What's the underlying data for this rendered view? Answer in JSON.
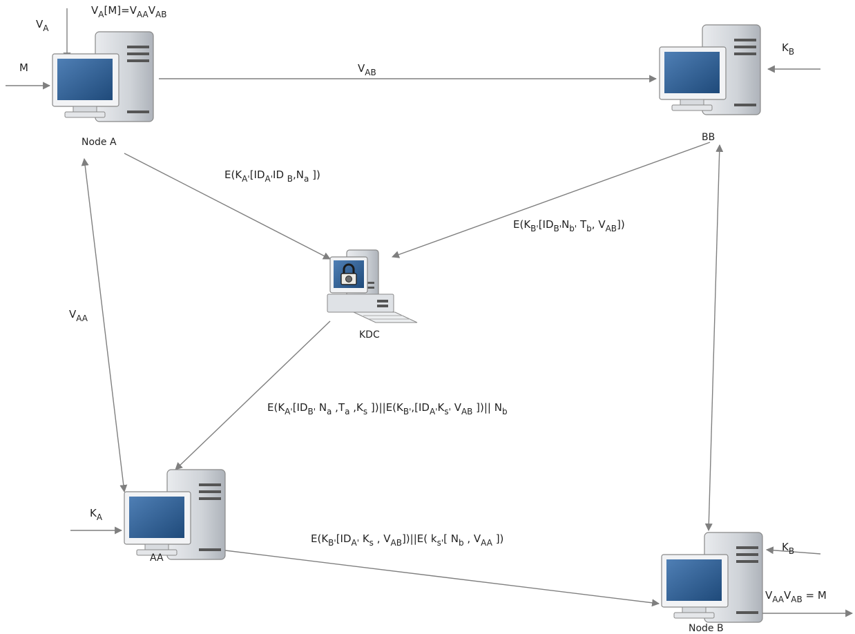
{
  "colors": {
    "line": "#7f7f7f",
    "tower": "#cdd0d4",
    "screen": "#2d5a8c",
    "text": "#222222"
  },
  "nodes": {
    "node_a": "Node A",
    "bb": "BB",
    "kdc": "KDC",
    "aa": "AA",
    "node_b": "Node B"
  },
  "labels": {
    "v_a": {
      "base": "V",
      "sub": "A"
    },
    "m_in": "M",
    "k_b_top": {
      "base": "K",
      "sub": "B"
    },
    "v_aa_left": {
      "base": "V",
      "sub": "AA"
    },
    "k_a": {
      "base": "K",
      "sub": "A"
    },
    "k_b_bottom": {
      "base": "K",
      "sub": "B"
    },
    "v_ab_top": {
      "base": "V",
      "sub": "AB"
    },
    "va_m": {
      "p1": "V",
      "s1": "A",
      "p2": "[M]=V",
      "s2": "AA",
      "p3": "V",
      "s3": "AB"
    },
    "msg_a_kdc": {
      "p1": "E(K",
      "s1": "A'",
      "p2": "[ID",
      "s2": "A'",
      "p3": "ID ",
      "s3": "B",
      "p4": ",N",
      "s4": "a",
      "p5": " ])"
    },
    "msg_bb_kdc": {
      "p1": "E(K",
      "s1": "B'",
      "p2": "[ID",
      "s2": "B'",
      "p3": "N",
      "s3": "b'",
      "p4": " T",
      "s4": "b",
      "p5": ", V",
      "s5": "AB",
      "p6": "])"
    },
    "msg_kdc_aa": {
      "p1": "E(K",
      "s1": "A'",
      "p2": "[ID",
      "s2": "B'",
      "p3": " N",
      "s3": "a",
      "p4": " ,T",
      "s4": "a",
      "p5": " ,K",
      "s5": "s",
      "p6": " ])||E(K",
      "s6": "B'",
      "p7": ",[ID",
      "s7": "A'",
      "p8": "K",
      "s8": "s'",
      "p9": " V",
      "s9": "AB",
      "p10": " ])|| N",
      "s10": "b"
    },
    "msg_aa_b": {
      "p1": "E(K",
      "s1": "B'",
      "p2": "[ID",
      "s2": "A'",
      "p3": " K",
      "s3": "s",
      "p4": " , V",
      "s4": "AB",
      "p5": "])||E( k",
      "s5": "s'",
      "p6": "[ N",
      "s6": "b",
      "p7": " , V",
      "s7": "AA",
      "p8": " ])"
    },
    "result": {
      "p1": "V",
      "s1": "AA",
      "p2": "V",
      "s2": "AB",
      "p3": " = M"
    }
  }
}
